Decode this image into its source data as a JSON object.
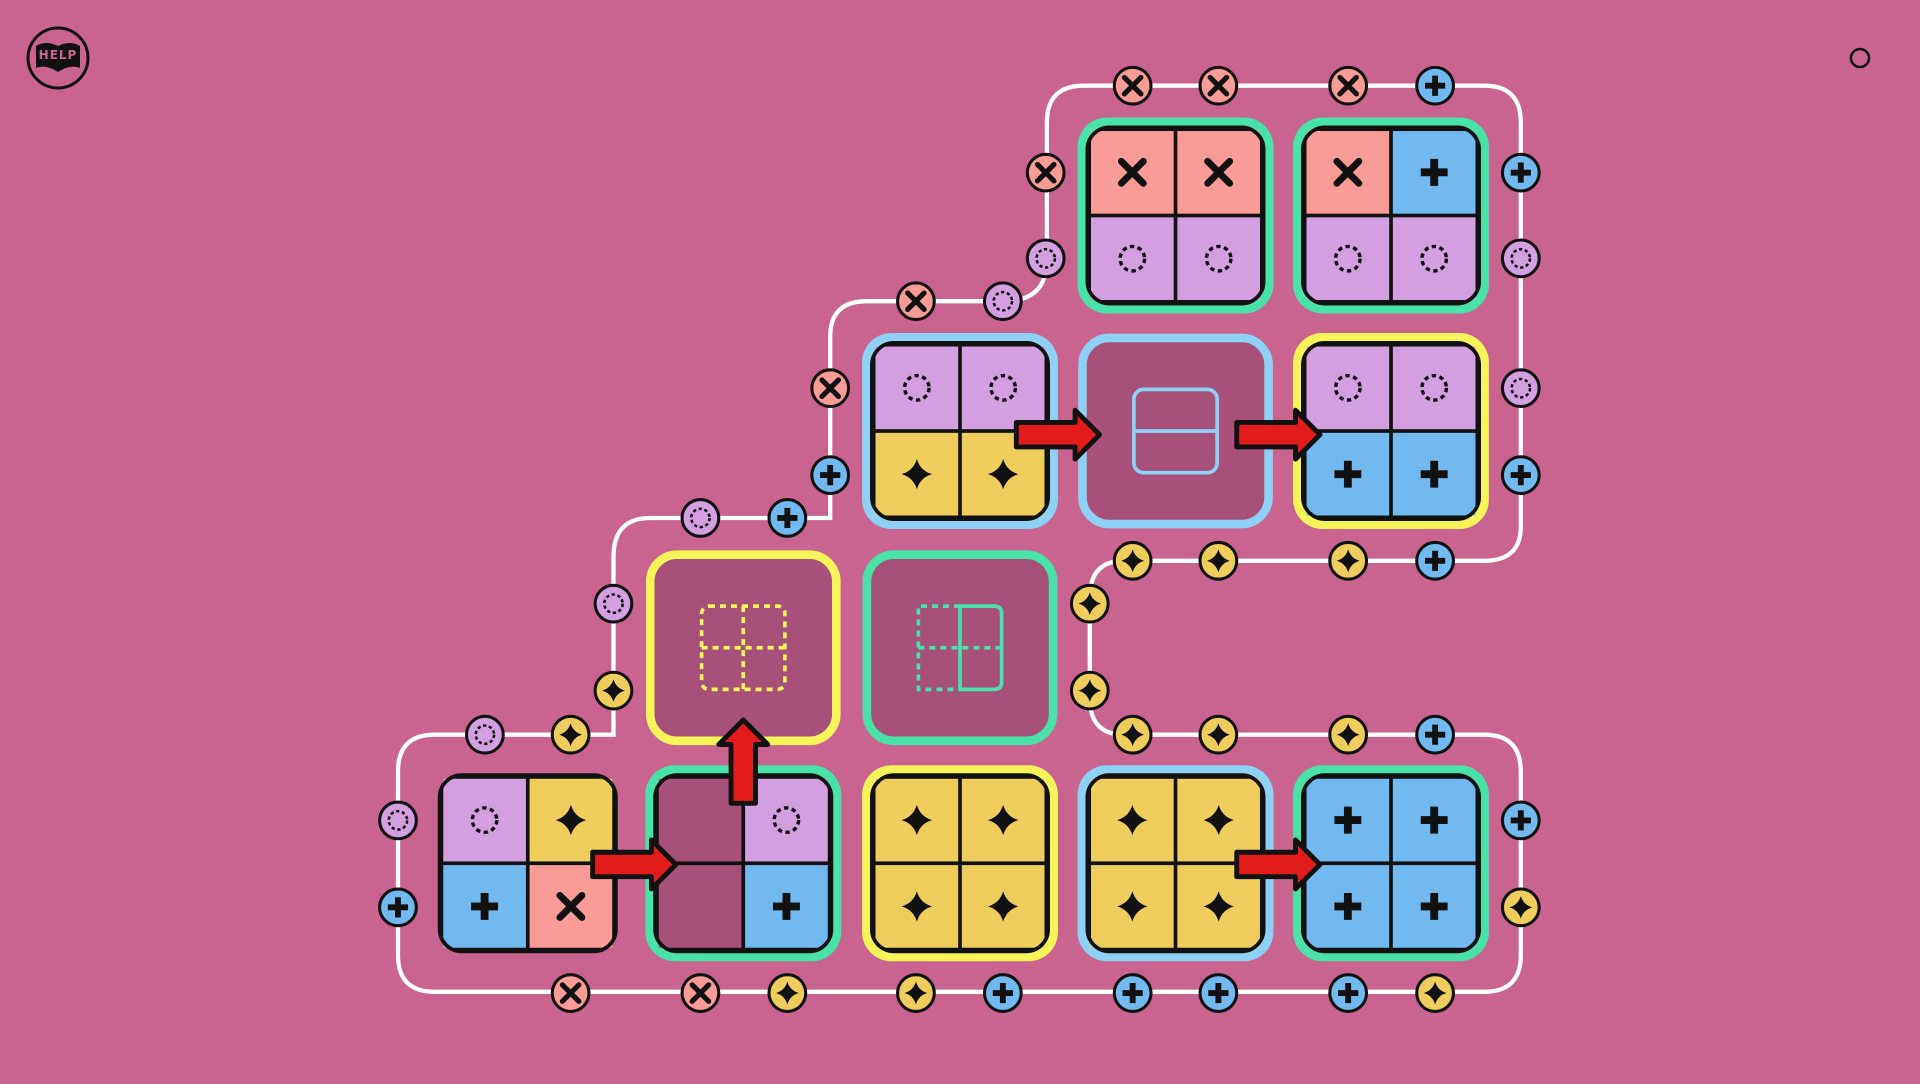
{
  "app": {
    "help_label": "HELP",
    "menu_icon": "circle-menu-icon"
  },
  "colors": {
    "background": "#c8648f",
    "socket_bg": "#a6507a",
    "outline": "#111111",
    "wire": "#ffffff",
    "symbols": {
      "cross": "#f99b96",
      "ring": "#d39fe0",
      "plus": "#72b9ef",
      "star": "#eecd5c"
    },
    "frames": {
      "green": "#49e3a9",
      "blue": "#8fd0f5",
      "yellow": "#f7f45a"
    },
    "arrow": "#e21b1b"
  },
  "board": {
    "pieces": [
      {
        "id": "p1",
        "frame": "green",
        "cells": [
          "cross",
          "cross",
          "ring",
          "ring"
        ]
      },
      {
        "id": "p2",
        "frame": "green",
        "cells": [
          "cross",
          "plus",
          "ring",
          "ring"
        ]
      },
      {
        "id": "p3",
        "frame": "blue",
        "cells": [
          "ring",
          "ring",
          "star",
          "star"
        ]
      },
      {
        "id": "p4",
        "frame": "yellow",
        "cells": [
          "ring",
          "ring",
          "plus",
          "plus"
        ]
      },
      {
        "id": "p5",
        "frame": "none",
        "cells": [
          "ring",
          "star",
          "plus",
          "cross"
        ]
      },
      {
        "id": "p6",
        "frame": "green",
        "cells": [
          "empty",
          "ring",
          "empty",
          "plus"
        ]
      },
      {
        "id": "p7",
        "frame": "yellow",
        "cells": [
          "star",
          "star",
          "star",
          "star"
        ]
      },
      {
        "id": "p8",
        "frame": "blue",
        "cells": [
          "star",
          "star",
          "star",
          "star"
        ]
      },
      {
        "id": "p9",
        "frame": "green",
        "cells": [
          "plus",
          "plus",
          "plus",
          "plus"
        ]
      }
    ],
    "slots": [
      {
        "id": "s1",
        "frame": "blue",
        "pattern": "horizontal-split"
      },
      {
        "id": "s2",
        "frame": "yellow",
        "pattern": "quad-dashed"
      },
      {
        "id": "s3",
        "frame": "green",
        "pattern": "half-dashed"
      }
    ],
    "pins": [
      "cross",
      "cross",
      "cross",
      "plus",
      "cross",
      "ring",
      "plus",
      "ring",
      "cross",
      "ring",
      "ring",
      "cross",
      "plus",
      "ring",
      "plus",
      "star",
      "star",
      "star",
      "plus",
      "ring",
      "star",
      "star",
      "star",
      "ring",
      "star",
      "star",
      "star",
      "star",
      "plus",
      "ring",
      "plus",
      "plus",
      "star",
      "plus",
      "cross",
      "cross",
      "star",
      "star",
      "plus",
      "plus",
      "plus",
      "plus",
      "star"
    ],
    "arrows": [
      "right",
      "right",
      "up",
      "right",
      "right"
    ]
  }
}
